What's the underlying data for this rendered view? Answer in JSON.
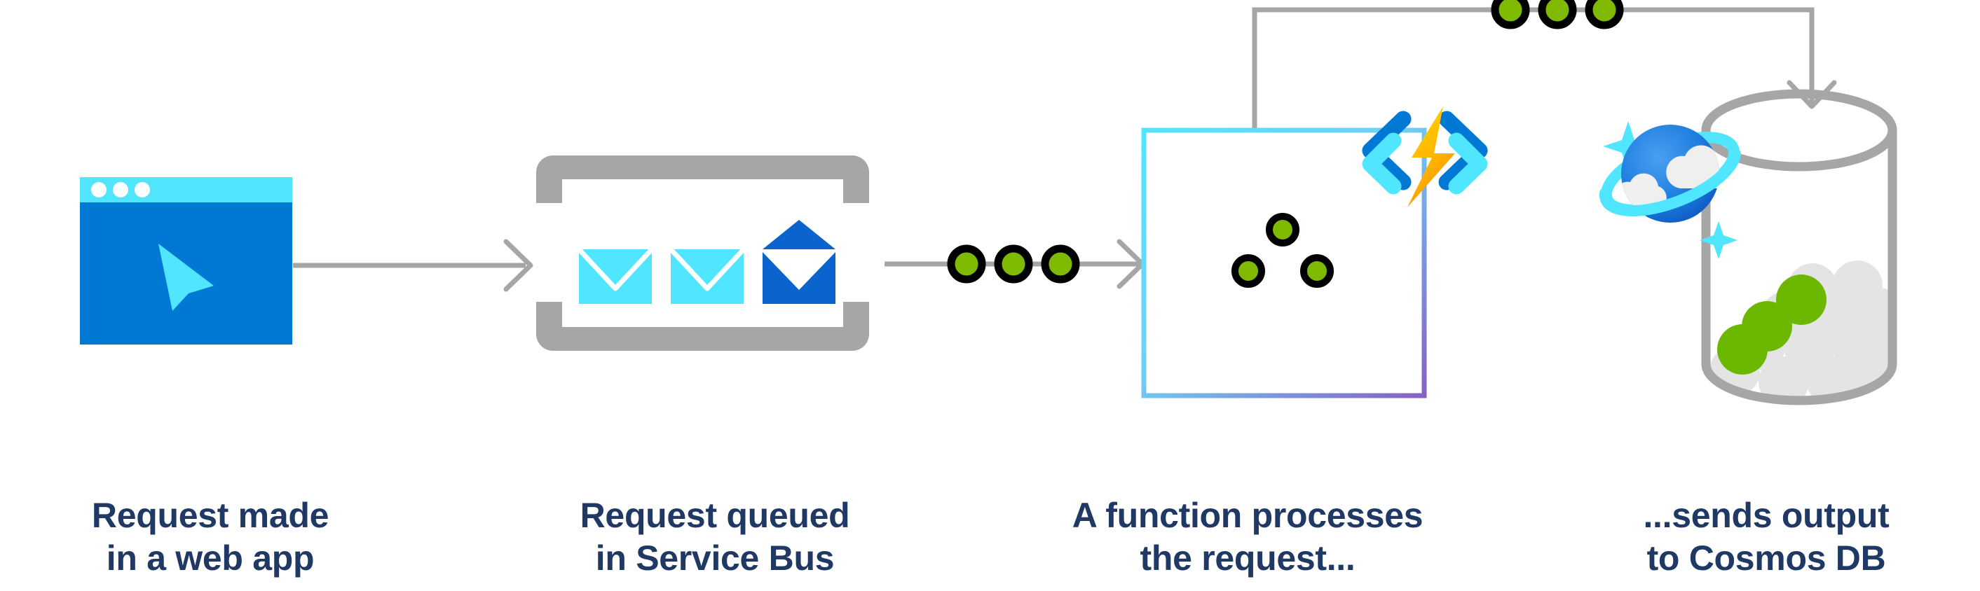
{
  "diagram": {
    "title": "Azure message processing flow",
    "background_color": "#ffffff",
    "caption_color": "#1f3864",
    "connector_color": "#a6a6a6",
    "palette": {
      "azure_blue": "#0078d4",
      "azure_cyan": "#50e6ff",
      "azure_green": "#7fba00",
      "azure_purple": "#8661c5",
      "azure_gray": "#a6a6a6",
      "ball_gray": "#e4e4e4",
      "bolt_yellow": "#ffd400",
      "bolt_orange": "#ff9a00",
      "outline_black": "#000000",
      "white": "#ffffff"
    },
    "steps": [
      {
        "id": "webapp",
        "icon": "web-app-browser-window-icon",
        "caption_line1": "Request made",
        "caption_line2": "in a web app",
        "caption": "Request made\nin a web app"
      },
      {
        "id": "servicebus",
        "icon": "service-bus-envelopes-icon",
        "caption_line1": "Request queued",
        "caption_line2": "in Service Bus",
        "caption": "Request queued\nin Service Bus",
        "envelope_count": 3,
        "envelopes_closed": 2,
        "envelopes_open": 1
      },
      {
        "id": "function",
        "icon": "azure-functions-icon",
        "caption_line1": "A function processes",
        "caption_line2": "the request...",
        "caption": "A function processes\nthe request...",
        "message_dot_count": 3
      },
      {
        "id": "cosmos",
        "icon": "cosmos-db-icon",
        "caption_line1": "...sends output",
        "caption_line2": "to Cosmos DB",
        "caption": "...sends output\nto Cosmos DB",
        "green_ball_count": 3,
        "gray_ball_count": 13
      }
    ],
    "connectors": [
      {
        "id": "webapp-to-servicebus",
        "from": "webapp",
        "to": "servicebus",
        "style": "straight-arrow",
        "dot_count": 0
      },
      {
        "id": "servicebus-to-function",
        "from": "servicebus",
        "to": "function",
        "style": "straight-arrow-with-dots",
        "dot_count": 3
      },
      {
        "id": "function-to-cosmos",
        "from": "function",
        "to": "cosmos",
        "style": "elbow-arrow-over-top-with-dots",
        "dot_count": 3
      }
    ]
  }
}
